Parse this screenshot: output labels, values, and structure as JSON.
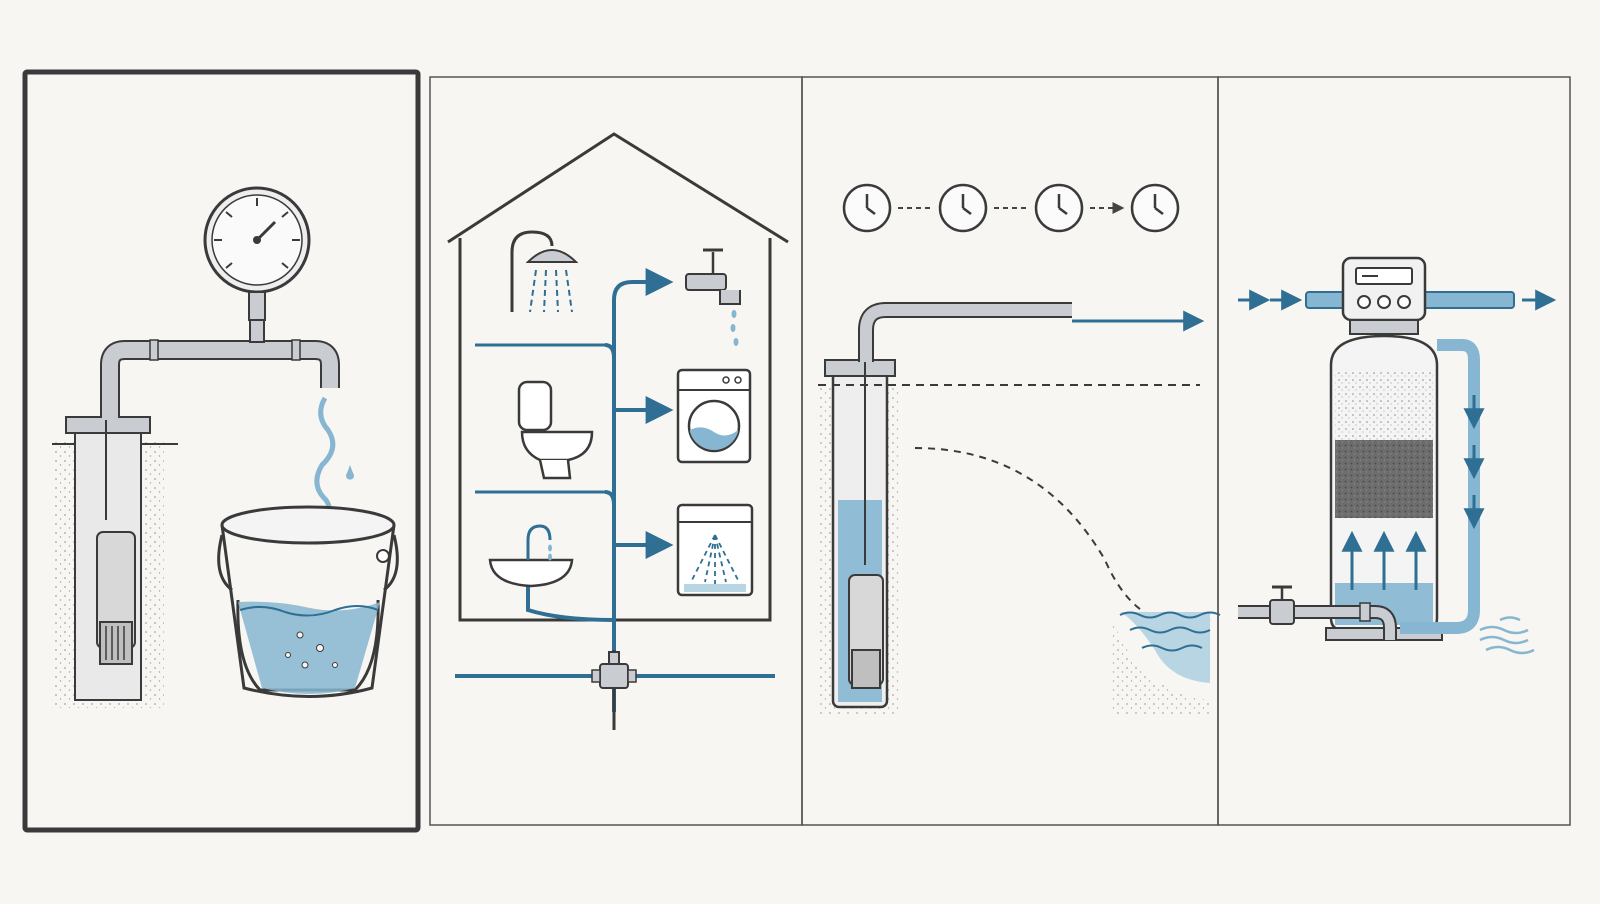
{
  "colors": {
    "background": "#f7f6f2",
    "outline": "#3a3a3a",
    "thin_frame": "#555555",
    "pipe_gray": "#c9ccd0",
    "pipe_blue": "#2f6f94",
    "water_fill": "#86b6d1",
    "water_light": "#b8d5e4",
    "soil_dots": "#9a9a9a",
    "filter_media": "#6d6d6d"
  },
  "panels": [
    {
      "id": "pump-pressure-bucket",
      "selected": true
    },
    {
      "id": "house-water-distribution",
      "selected": false
    },
    {
      "id": "well-drawdown-over-time",
      "selected": false
    },
    {
      "id": "water-softener-filter",
      "selected": false
    }
  ],
  "icons": {
    "pressure_gauge": "pressure-gauge-icon",
    "submersible_pump": "submersible-pump-icon",
    "bucket": "bucket-icon",
    "shower": "shower-icon",
    "tap": "tap-icon",
    "toilet": "toilet-icon",
    "washing_machine": "washing-machine-icon",
    "sink": "sink-icon",
    "dishwasher": "dishwasher-icon",
    "main_valve": "valve-icon",
    "clock": "clock-icon",
    "softener_tank": "softener-tank-icon",
    "control_head": "control-head-icon",
    "bypass_valve": "valve-icon"
  },
  "timeline_clock_count": 4
}
